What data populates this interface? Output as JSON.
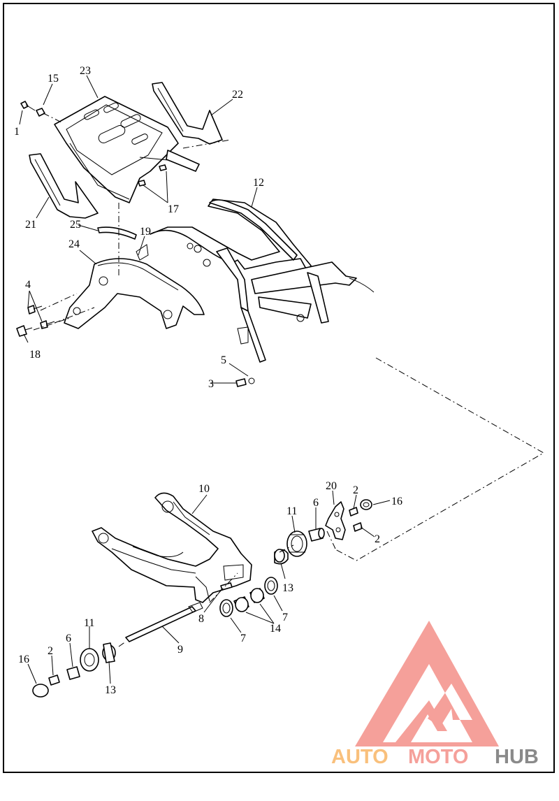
{
  "diagram": {
    "callouts": [
      "1",
      "2",
      "3",
      "4",
      "5",
      "6",
      "7",
      "8",
      "9",
      "10",
      "11",
      "12",
      "13",
      "14",
      "15",
      "16",
      "17",
      "18",
      "19",
      "20",
      "21",
      "22",
      "23",
      "24",
      "25"
    ]
  },
  "watermark": {
    "text_part1": "AUTO",
    "text_part2": "MOTO",
    "text_part3": "HUB",
    "color_primary": "#f5a09a",
    "color_secondary": "#f9c07c",
    "color_tertiary": "#8a8a8a"
  }
}
